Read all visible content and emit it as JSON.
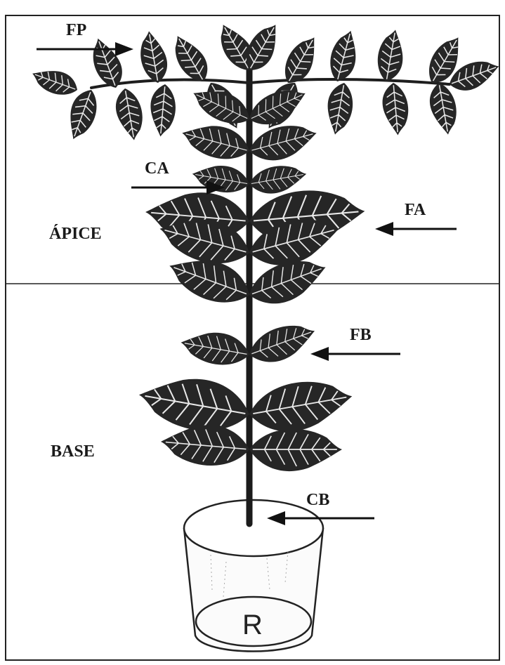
{
  "labels": {
    "fp": "FP",
    "ca": "CA",
    "fa": "FA",
    "apice": "ÁPICE",
    "fb": "FB",
    "base": "BASE",
    "cb": "CB",
    "r": "R"
  }
}
